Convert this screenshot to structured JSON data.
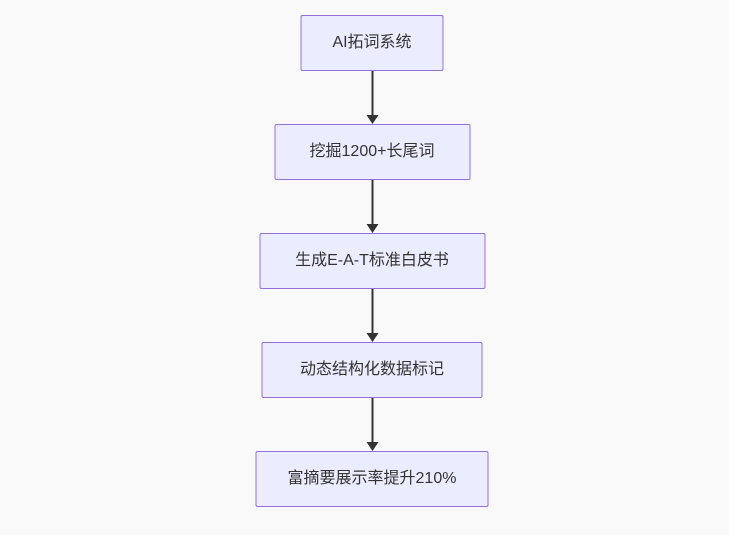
{
  "diagram": {
    "type": "flowchart",
    "direction": "top-down",
    "nodes": [
      {
        "id": "A",
        "label": "AI拓词系统"
      },
      {
        "id": "B",
        "label": "挖掘1200+长尾词"
      },
      {
        "id": "C",
        "label": "生成E-A-T标准白皮书"
      },
      {
        "id": "D",
        "label": "动态结构化数据标记"
      },
      {
        "id": "E",
        "label": "富摘要展示率提升210%"
      }
    ],
    "edges": [
      {
        "from": "A",
        "to": "B"
      },
      {
        "from": "B",
        "to": "C"
      },
      {
        "from": "C",
        "to": "D"
      },
      {
        "from": "D",
        "to": "E"
      }
    ],
    "colors": {
      "background": "#f9f9f9",
      "node_fill": "#ececff",
      "node_border": "#9370db",
      "arrow": "#333333",
      "text": "#333333"
    }
  }
}
